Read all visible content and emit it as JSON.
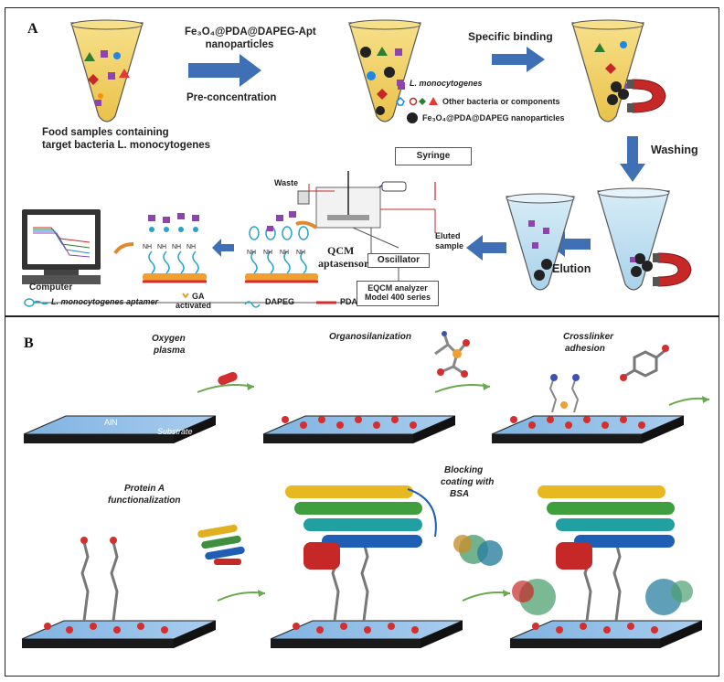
{
  "panel_a": {
    "label": "A",
    "nanoparticles_line1": "Fe₃O₄@PDA@DAPEG-Apt",
    "nanoparticles_line2": "nanoparticles",
    "pre_concentration": "Pre-concentration",
    "food_samples_line1": "Food samples containing",
    "food_samples_line2": "target bacteria L. monocytogenes",
    "specific_binding": "Specific binding",
    "legend_monocytogenes": "L. monocytogenes",
    "legend_other": "Other bacteria or components",
    "legend_nanoparticles": "Fe₃O₄@PDA@DAPEG nanoparticles",
    "washing": "Washing",
    "elution": "Elution",
    "syringe": "Syringe",
    "waste": "Waste",
    "eluted_sample_line1": "Eluted",
    "eluted_sample_line2": "sample",
    "oscillator": "Oscillator",
    "qcm_line1": "QCM",
    "qcm_line2": "aptasensor",
    "eqcm_line1": "EQCM analyzer",
    "eqcm_line2": "Model 400 series",
    "computer": "Computer",
    "legend_aptamer": "L. monocytogenes aptamer",
    "legend_ga_line1": "GA",
    "legend_ga_line2": "activated",
    "legend_dapeg": "DAPEG",
    "legend_pda": "PDA",
    "nh": "NH"
  },
  "panel_b": {
    "label": "B",
    "oxygen_plasma_line1": "Oxygen",
    "oxygen_plasma_line2": "plasma",
    "organosilanization": "Organosilanization",
    "crosslinker_line1": "Crosslinker",
    "crosslinker_line2": "adhesion",
    "aln": "AlN",
    "substrate": "Substrate",
    "protein_a_line1": "Protein A",
    "protein_a_line2": "functionalization",
    "blocking_line1": "Blocking",
    "blocking_line2": "coating with",
    "blocking_line3": "BSA"
  },
  "colors": {
    "arrow_blue": "#3f6fb5",
    "arrow_green": "#6aa84f",
    "slab_blue": "#9cc3e6",
    "pda_red": "#d32f2f",
    "tube_fill": "#f2d36b",
    "magnet_red": "#c62828"
  }
}
